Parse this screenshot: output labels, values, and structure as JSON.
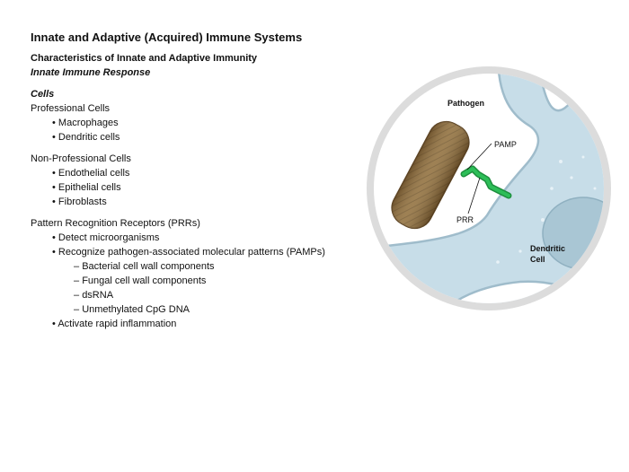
{
  "title": "Innate and Adaptive (Acquired) Immune Systems",
  "subtitle": "Characteristics of Innate and Adaptive Immunity",
  "section_title": "Innate Immune Response",
  "cells_heading": "Cells",
  "professional": {
    "heading": "Professional Cells",
    "items": [
      "Macrophages",
      "Dendritic cells"
    ]
  },
  "non_professional": {
    "heading": "Non-Professional Cells",
    "items": [
      "Endothelial cells",
      "Epithelial cells",
      "Fibroblasts"
    ]
  },
  "prr": {
    "heading": "Pattern Recognition Receptors (PRRs)",
    "item1": "Detect microorganisms",
    "item2": "Recognize pathogen-associated molecular patterns (PAMPs)",
    "subitems": [
      "Bacterial cell wall components",
      "Fungal cell wall components",
      "dsRNA",
      "Unmethylated CpG DNA"
    ],
    "item3": "Activate rapid inflammation"
  },
  "bullet": "•",
  "dash": "–",
  "figure": {
    "pathogen_label": "Pathogen",
    "pamp_label": "PAMP",
    "prr_label": "PRR",
    "dendritic_label_1": "Dendritic",
    "dendritic_label_2": "Cell",
    "colors": {
      "ring": "#dcdcdc",
      "background": "#ffffff",
      "cell": "#c7dde8",
      "cell_edge": "#9fbccb",
      "nucleus": "#a9c6d4",
      "pathogen": "#8b6b3d",
      "receptor": "#22a84a"
    }
  }
}
